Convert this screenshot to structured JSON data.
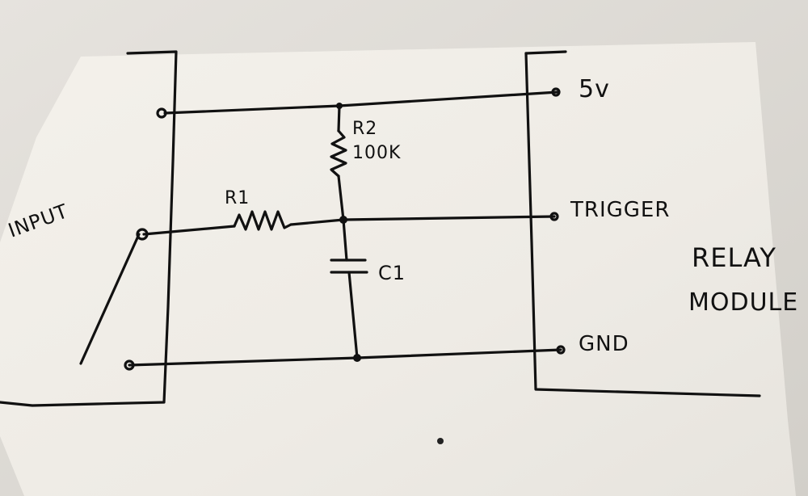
{
  "diagram": {
    "input_label": "INPUT",
    "module_label_line1": "RELAY",
    "module_label_line2": "MODULE",
    "pins": {
      "vcc": "5v",
      "trigger": "TRIGGER",
      "gnd": "GND"
    },
    "components": {
      "r1": "R1",
      "r2": "R2",
      "r2_value": "100K",
      "c1": "C1"
    }
  }
}
